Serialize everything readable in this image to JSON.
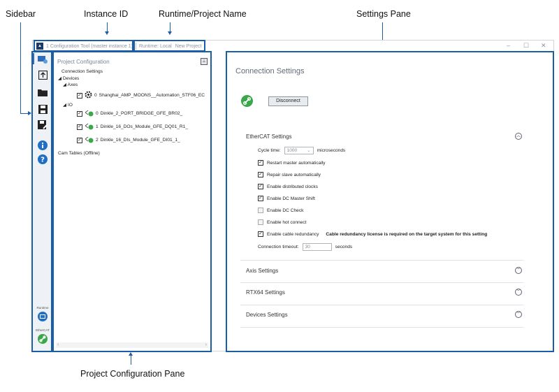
{
  "annotations": {
    "sidebar": "Sidebar",
    "instance_id": "Instance ID",
    "runtime_project": "Runtime/Project Name",
    "settings_pane": "Settings Pane",
    "project_pane": "Project Configuration Pane"
  },
  "titlebar": {
    "instance": "1 Configuration Tool (master instance 1)",
    "runtime": "Runtime: Local",
    "project": "New Project",
    "minimize": "–",
    "maximize": "☐",
    "close": "✕"
  },
  "sidebar": {
    "runtime_label": "Runtime",
    "ethercat_label": "EtherCAT",
    "icons": [
      "config-icon",
      "import-icon",
      "open-folder-icon",
      "save-icon",
      "save-as-icon",
      "info-icon",
      "help-icon"
    ]
  },
  "project": {
    "title": "Project Configuration",
    "pin": "⊥",
    "connection_settings": "Connection Settings",
    "devices": "Devices",
    "axes": "Axes",
    "axis_items": [
      {
        "index": "0",
        "label": "Shanghai_AMP_MOONS__Automation_STF06_EC"
      }
    ],
    "io": "IO",
    "io_items": [
      {
        "index": "0",
        "label": "Dinkle_2_PORT_BRIDGE_GFE_BR02_"
      },
      {
        "index": "1",
        "label": "Dinkle_16_DOs_Module_GFE_DQ01_R1_"
      },
      {
        "index": "2",
        "label": "Dinkle_16_DIs_Module_GFE_DI01_1_"
      }
    ],
    "cam_tables": "Cam Tables (Offline)"
  },
  "settings": {
    "title": "Connection Settings",
    "disconnect": "Disconnect",
    "ethercat_title": "EtherCAT Settings",
    "cycle_time_label": "Cycle time:",
    "cycle_time_value": "1000",
    "cycle_time_unit": "microseconds",
    "options": [
      {
        "label": "Restart master automatically",
        "checked": true
      },
      {
        "label": "Repair slave automatically",
        "checked": true
      },
      {
        "label": "Enable distributed clocks",
        "checked": true
      },
      {
        "label": "Enable DC Master Shift",
        "checked": true
      },
      {
        "label": "Enable DC Check",
        "checked": false
      },
      {
        "label": "Enable hot connect",
        "checked": false
      },
      {
        "label": "Enable cable redundancy",
        "checked": true
      }
    ],
    "redundancy_note": "Cable redundancy license is required on the target system for this setting",
    "timeout_label": "Connection timeout:",
    "timeout_value": "30",
    "timeout_unit": "seconds",
    "axis_settings": "Axis Settings",
    "rtx_settings": "RTX64 Settings",
    "devices_settings": "Devices Settings"
  },
  "colors": {
    "accent": "#1a5ea8",
    "green_icon": "#3aa84a"
  }
}
